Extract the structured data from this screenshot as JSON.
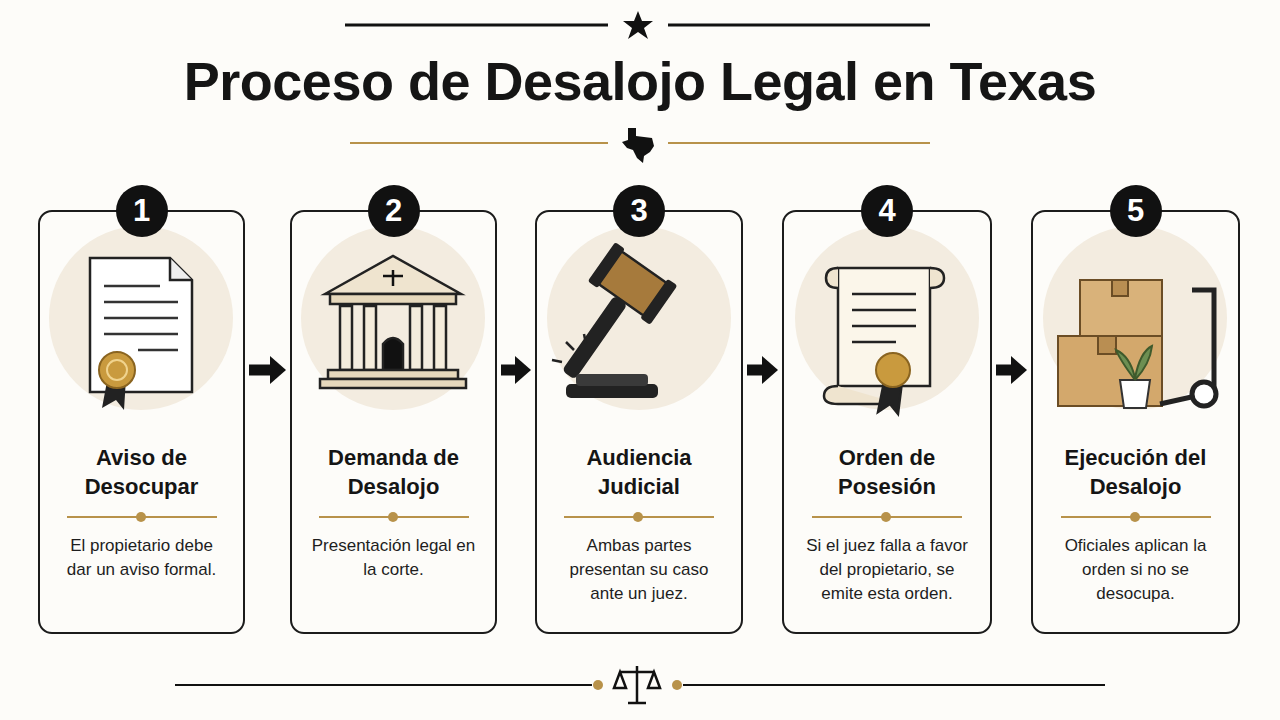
{
  "diagram": {
    "title": "Proceso de Desalojo Legal en Texas",
    "nodes": [
      {
        "text": [
          "1",
          "Aviso de Desocupar",
          "El propietario debe dar un aviso formal."
        ]
      },
      {
        "text": [
          "2",
          "Demanda de Desalojo",
          "Presentación legal en la corte."
        ]
      },
      {
        "text": [
          "3",
          "Audiencia Judicial",
          "Ambas partes presentan su caso ante un juez."
        ]
      },
      {
        "text": [
          "4",
          "Orden de Posesión",
          "Si el juez falla a favor del propietario, se emite esta orden."
        ]
      },
      {
        "text": [
          "5",
          "Ejecución del Desalojo",
          "Oficiales aplican la orden si no se desocupa."
        ]
      }
    ],
    "edges": [
      {
        "from": 0,
        "to": 1,
        "arrow": "to"
      },
      {
        "from": 1,
        "to": 2,
        "arrow": "to"
      },
      {
        "from": 2,
        "to": 3,
        "arrow": "to"
      },
      {
        "from": 3,
        "to": 4,
        "arrow": "to"
      }
    ]
  }
}
